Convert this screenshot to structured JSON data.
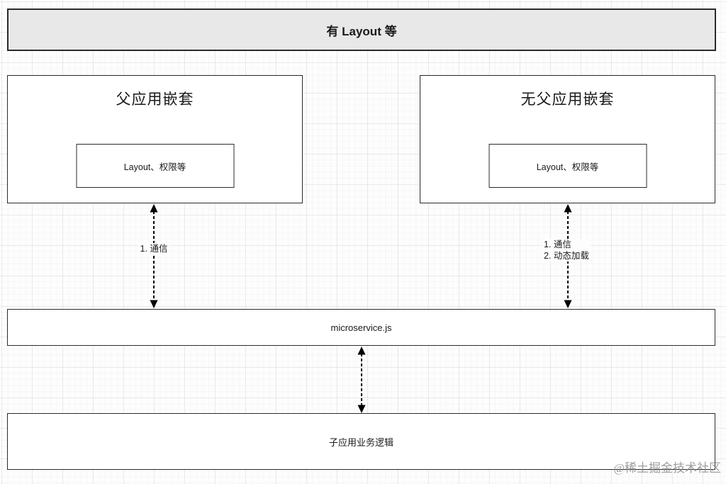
{
  "diagram": {
    "header": {
      "label": "有 Layout 等"
    },
    "parent_app": {
      "title": "父应用嵌套",
      "inner_label": "Layout、权限等"
    },
    "no_parent_app": {
      "title": "无父应用嵌套",
      "inner_label": "Layout、权限等"
    },
    "left_arrow": {
      "labels": [
        "1. 通信"
      ]
    },
    "right_arrow": {
      "labels": [
        "1. 通信",
        "2. 动态加载"
      ]
    },
    "microservice_box": {
      "label": "microservice.js"
    },
    "child_logic_box": {
      "label": "子应用业务逻辑"
    },
    "watermark": "@稀土掘金技术社区"
  },
  "colors": {
    "header_fill": "#e8e8e8",
    "box_fill": "#ffffff",
    "box_border": "#2b2b2b",
    "arrow": "#000000",
    "grid_line": "#dedede",
    "watermark_text": "#8f8f8f"
  }
}
